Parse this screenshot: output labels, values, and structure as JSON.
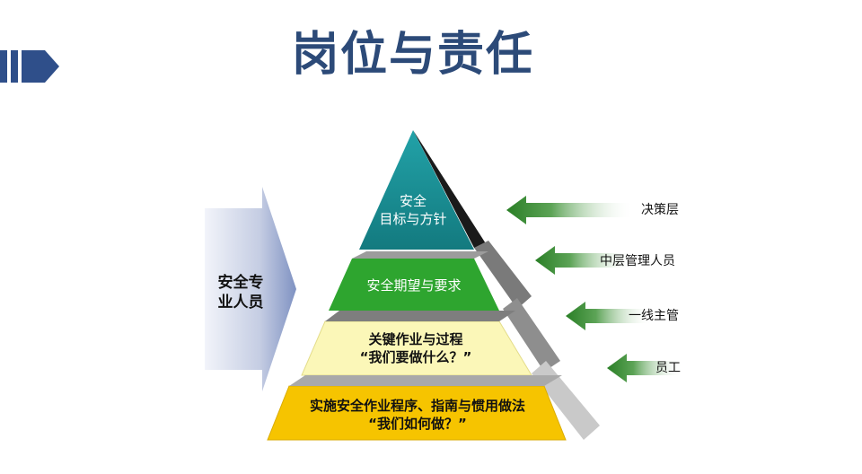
{
  "title": "岗位与责任",
  "side": {
    "label_line1": "安全专",
    "label_line2": "业人员"
  },
  "pyramid": {
    "tiers": [
      {
        "line1": "安全",
        "line2": "目标与方针"
      },
      {
        "line1": "安全期望与要求"
      },
      {
        "line1": "关键作业与过程",
        "line2": "“我们要做什么？”"
      },
      {
        "line1": "实施安全作业程序、指南与惯用做法",
        "line2": "“我们如何做？”"
      }
    ]
  },
  "roles": [
    "决策层",
    "中层管理人员",
    "一线主管",
    "员工"
  ],
  "colors": {
    "title": "#2c4a78",
    "tier_teal": "#1a8a8f",
    "tier_green": "#2da12e",
    "tier_lightyellow": "#fbf7b8",
    "tier_gold": "#f6c400",
    "arrow_green": "#2d8a2a",
    "side_arrow": "#8fa0c8"
  }
}
